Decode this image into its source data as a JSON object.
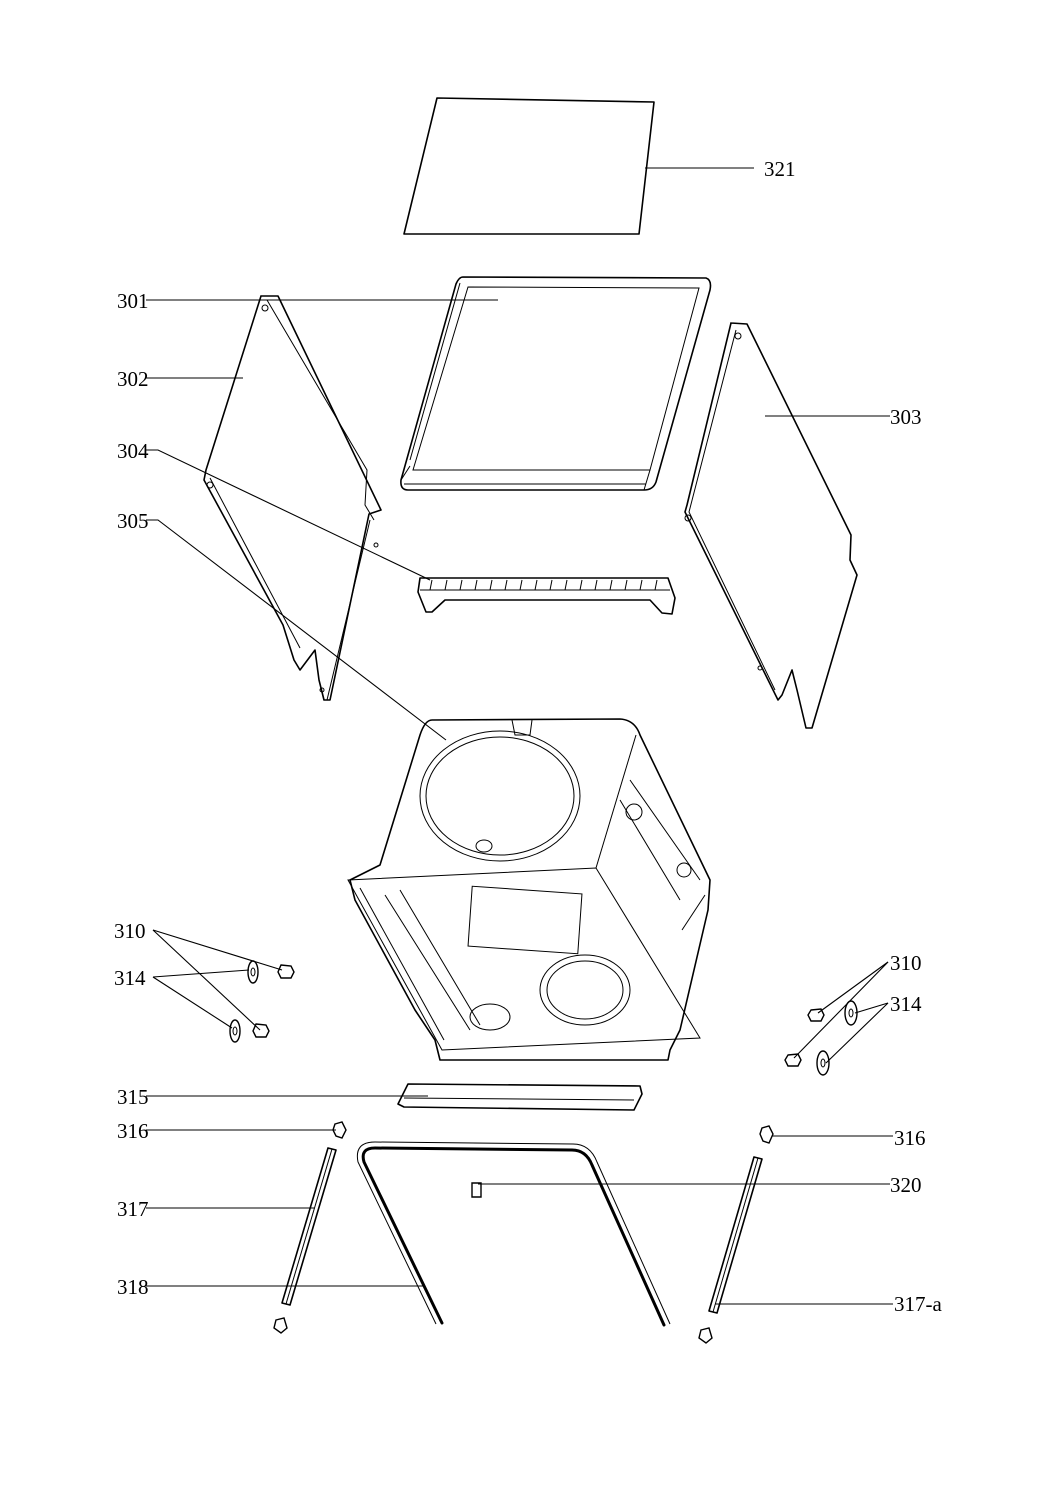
{
  "callouts": {
    "c321": "321",
    "c301": "301",
    "c302": "302",
    "c303": "303",
    "c304": "304",
    "c305": "305",
    "c310_left": "310",
    "c314_left": "314",
    "c310_right": "310",
    "c314_right": "314",
    "c315": "315",
    "c316_left": "316",
    "c316_right": "316",
    "c317": "317",
    "c318": "318",
    "c320": "320",
    "c317a": "317-a"
  }
}
